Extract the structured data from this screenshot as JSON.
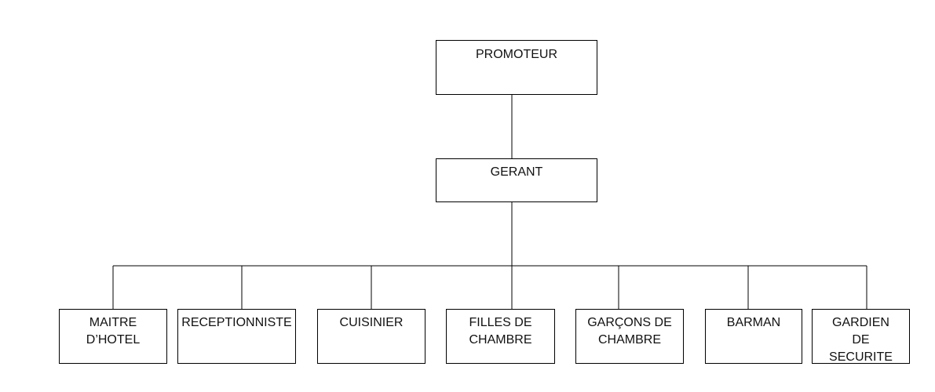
{
  "org_chart": {
    "top": {
      "label": "PROMOTEUR"
    },
    "manager": {
      "label": "GERANT"
    },
    "staff": [
      {
        "label": "MAITRE D’HOTEL"
      },
      {
        "label": "RECEPTIONNISTE"
      },
      {
        "label": "CUISINIER"
      },
      {
        "label": "FILLES DE CHAMBRE"
      },
      {
        "label": "GARÇONS DE CHAMBRE"
      },
      {
        "label": "BARMAN"
      },
      {
        "label": "GARDIEN DE SECURITE"
      }
    ]
  },
  "colors": {
    "line": "#000000",
    "box_border": "#000000",
    "text": "#111111"
  }
}
